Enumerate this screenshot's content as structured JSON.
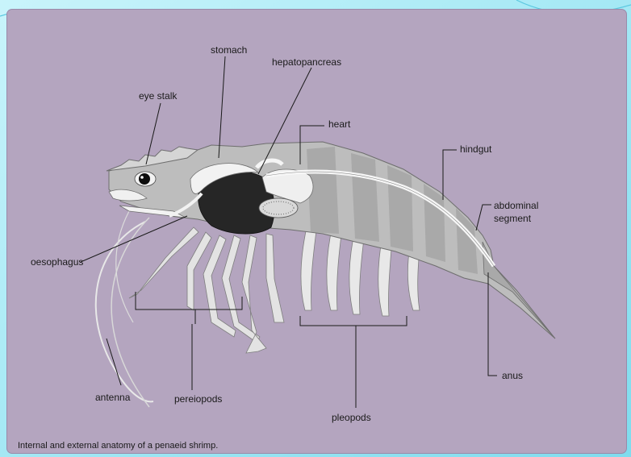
{
  "colors": {
    "panel": "#b4a5bf",
    "frame": "#9ee8f5",
    "body_light": "#e6e6e6",
    "body_mid": "#b8b8b8",
    "body_dark": "#8e8e8e",
    "stomach_dark": "#262626",
    "label": "#1a1a1a"
  },
  "labels": {
    "stomach": "stomach",
    "hepatopancreas": "hepatopancreas",
    "eye_stalk": "eye stalk",
    "heart": "heart",
    "hindgut": "hindgut",
    "abdominal_segment_1": "abdominal",
    "abdominal_segment_2": "segment",
    "oesophagus": "oesophagus",
    "anus": "anus",
    "antenna": "antenna",
    "pereiopods": "pereiopods",
    "pleopods": "pleopods"
  },
  "caption": "Internal and external anatomy of a penaeid shrimp."
}
